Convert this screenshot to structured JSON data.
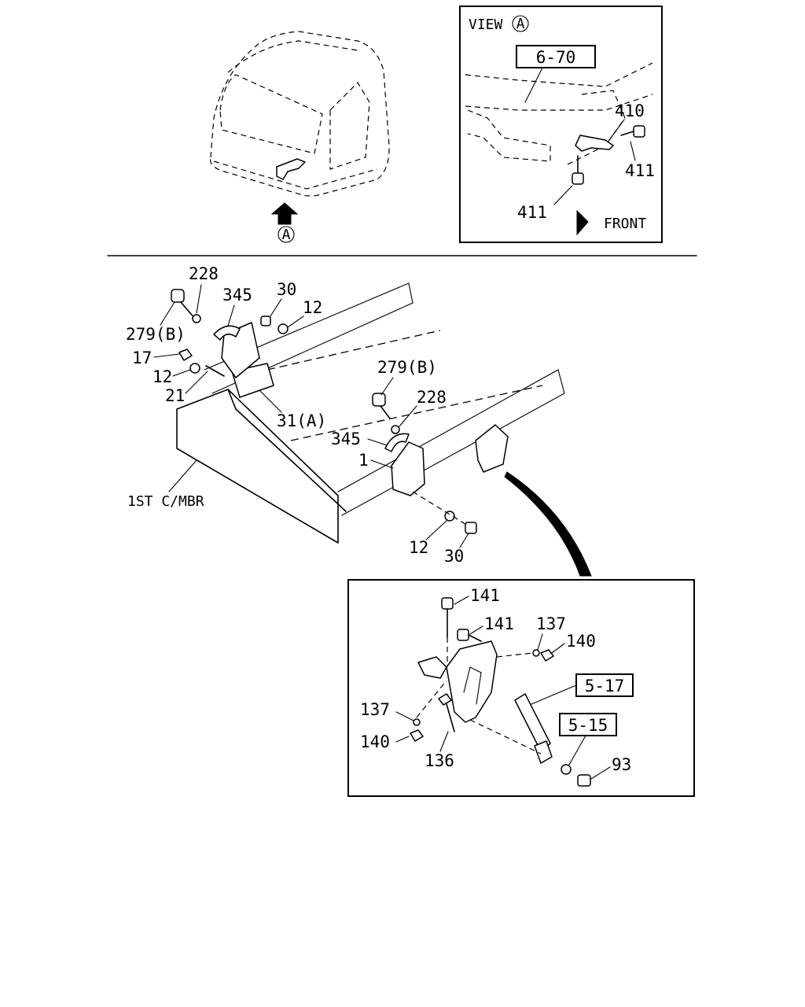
{
  "view": {
    "title": "VIEW",
    "circle_letter": "A",
    "ref_6_70": "6-70",
    "lbl_410": "410",
    "lbl_411_right": "411",
    "lbl_411_bottom": "411",
    "front": "FRONT"
  },
  "cab": {
    "view_marker": "A"
  },
  "main": {
    "lbl_228_top": "228",
    "lbl_345_top": "345",
    "lbl_30_top": "30",
    "lbl_12_top_right": "12",
    "lbl_279b_top": "279(B)",
    "lbl_17": "17",
    "lbl_12_left": "12",
    "lbl_21": "21",
    "lbl_31a": "31(A)",
    "lbl_279b_mid": "279(B)",
    "lbl_228_mid": "228",
    "lbl_345_mid": "345",
    "lbl_1": "1",
    "member": "1ST C/MBR",
    "lbl_12_bottom": "12",
    "lbl_30_bottom": "30"
  },
  "detail": {
    "lbl_141_top": "141",
    "lbl_141_mid": "141",
    "lbl_137_right": "137",
    "lbl_140_right": "140",
    "ref_5_17": "5-17",
    "ref_5_15": "5-15",
    "lbl_137_left": "137",
    "lbl_140_left": "140",
    "lbl_136": "136",
    "lbl_93": "93"
  }
}
